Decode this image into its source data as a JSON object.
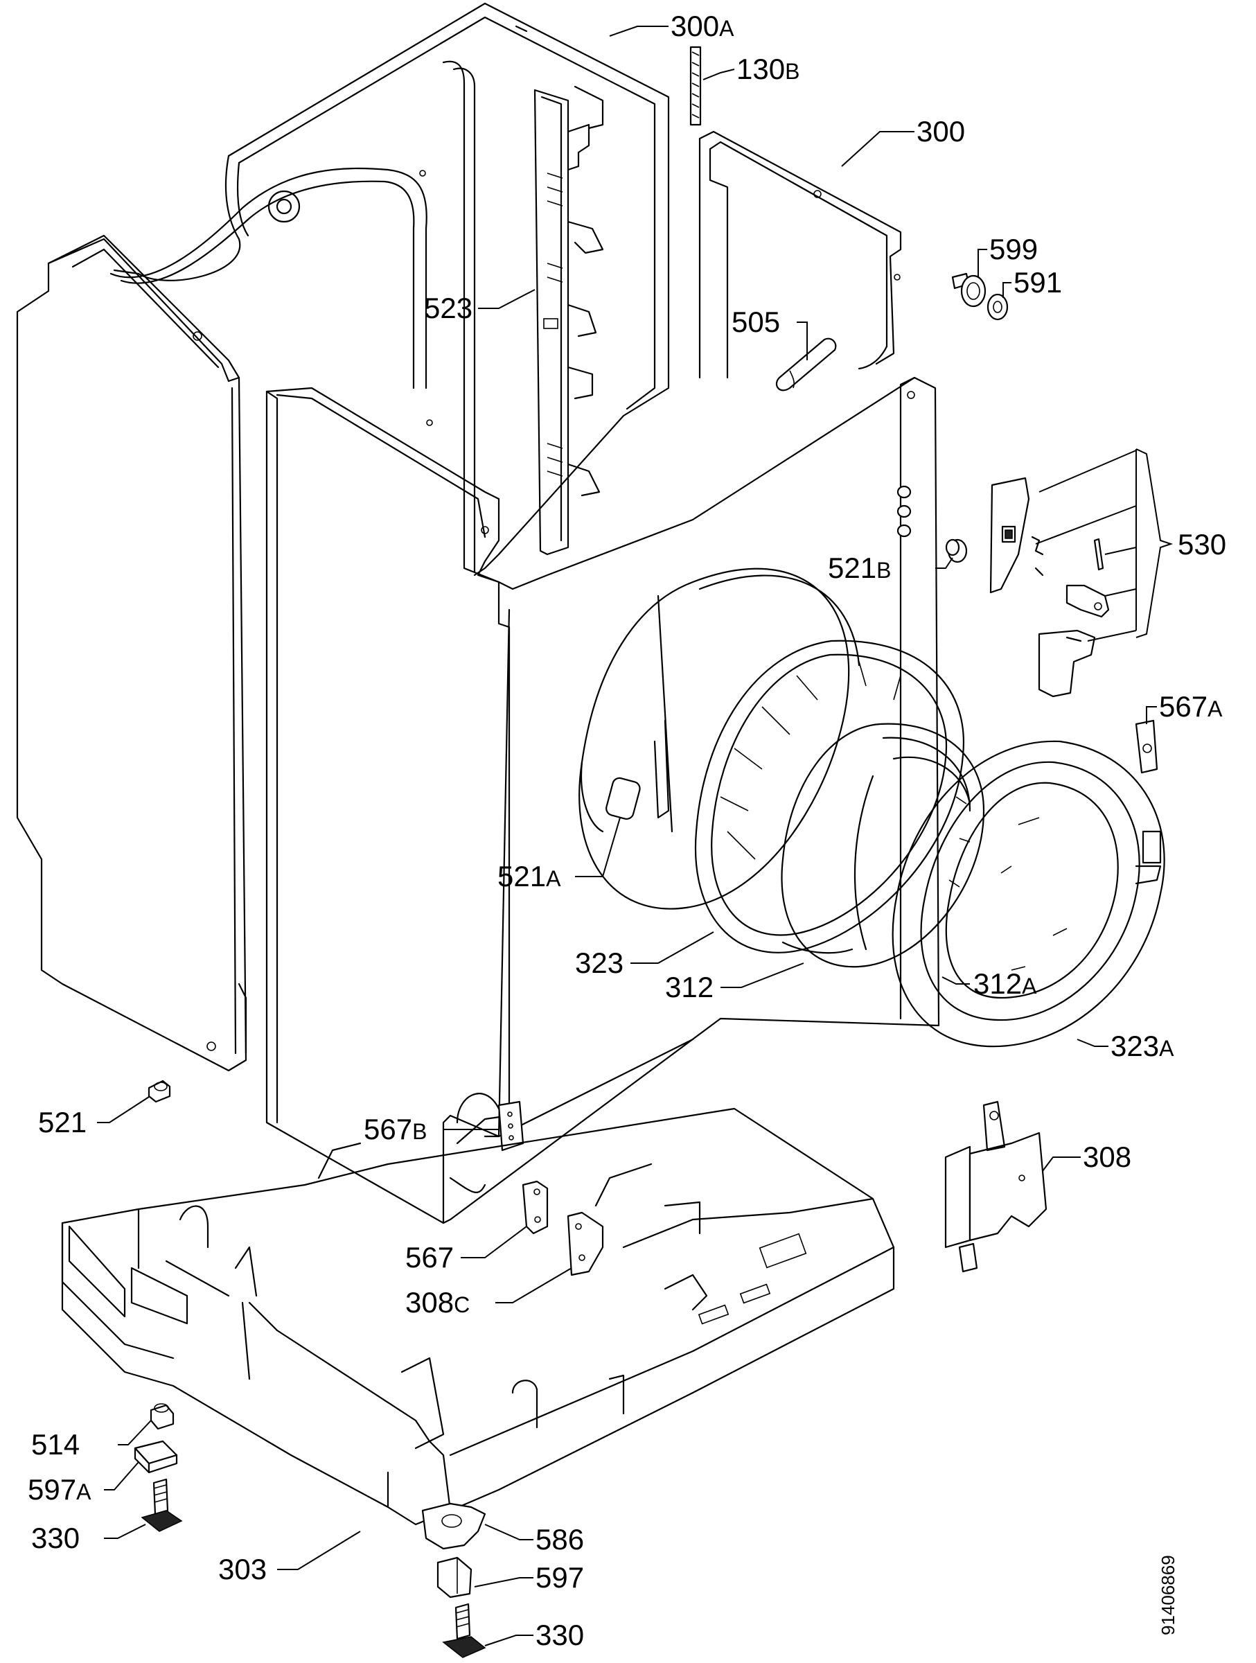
{
  "document_number": "91406869",
  "callouts": [
    {
      "id": "c-300a",
      "num": "300",
      "suffix": "A"
    },
    {
      "id": "c-130b",
      "num": "130",
      "suffix": "B"
    },
    {
      "id": "c-300",
      "num": "300",
      "suffix": ""
    },
    {
      "id": "c-599",
      "num": "599",
      "suffix": ""
    },
    {
      "id": "c-591",
      "num": "591",
      "suffix": ""
    },
    {
      "id": "c-523",
      "num": "523",
      "suffix": ""
    },
    {
      "id": "c-505",
      "num": "505",
      "suffix": ""
    },
    {
      "id": "c-530",
      "num": "530",
      "suffix": ""
    },
    {
      "id": "c-521b",
      "num": "521",
      "suffix": "B"
    },
    {
      "id": "c-567a",
      "num": "567",
      "suffix": "A"
    },
    {
      "id": "c-521a",
      "num": "521",
      "suffix": "A"
    },
    {
      "id": "c-323",
      "num": "323",
      "suffix": ""
    },
    {
      "id": "c-312",
      "num": "312",
      "suffix": ""
    },
    {
      "id": "c-312a",
      "num": "312",
      "suffix": "A"
    },
    {
      "id": "c-323a",
      "num": "323",
      "suffix": "A"
    },
    {
      "id": "c-521",
      "num": "521",
      "suffix": ""
    },
    {
      "id": "c-567b",
      "num": "567",
      "suffix": "B"
    },
    {
      "id": "c-308",
      "num": "308",
      "suffix": ""
    },
    {
      "id": "c-567",
      "num": "567",
      "suffix": ""
    },
    {
      "id": "c-308c",
      "num": "308",
      "suffix": "C"
    },
    {
      "id": "c-514",
      "num": "514",
      "suffix": ""
    },
    {
      "id": "c-597a",
      "num": "597",
      "suffix": "A"
    },
    {
      "id": "c-330a",
      "num": "330",
      "suffix": ""
    },
    {
      "id": "c-303",
      "num": "303",
      "suffix": ""
    },
    {
      "id": "c-586",
      "num": "586",
      "suffix": ""
    },
    {
      "id": "c-597",
      "num": "597",
      "suffix": ""
    },
    {
      "id": "c-330b",
      "num": "330",
      "suffix": ""
    }
  ]
}
